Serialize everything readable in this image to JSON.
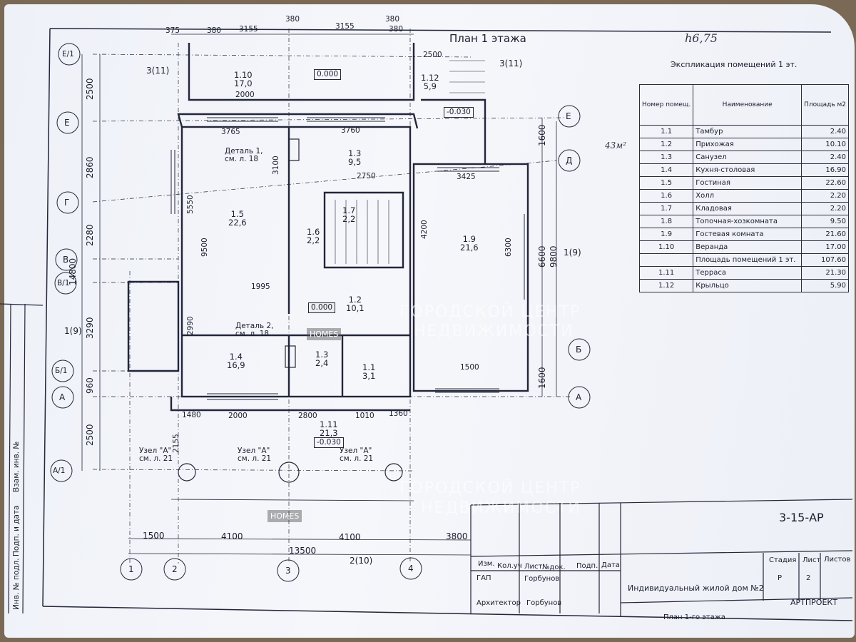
{
  "sheet": {
    "plan_title": "План 1 этажа",
    "drawing_code": "3-15-АР",
    "project_name": "Индивидуальный жилой дом №2",
    "sheet_name": "План 1-го этажа",
    "stage": "Р",
    "sheet_no": "2",
    "company": "АРТПРОЕКТ",
    "stamp_headers": {
      "izm": "Изм.",
      "kol": "Кол.уч",
      "list": "Лист",
      "ndok": "№док.",
      "podp": "Подп.",
      "data": "Дата",
      "stadia": "Стадия",
      "list2": "Лист",
      "listov": "Листов"
    },
    "roles": [
      {
        "role": "ГАП",
        "name": "Горбунов"
      },
      {
        "role": "Архитектор",
        "name": "Горбунов"
      }
    ],
    "left_margin": [
      "Взам. инв. №",
      "Подп. и дата",
      "Инв. № подл."
    ]
  },
  "explication": {
    "title": "Экспликация помещений 1 эт.",
    "headers": {
      "num": "Номер помещ.",
      "name": "Наименование",
      "area": "Площадь м2"
    },
    "rows": [
      {
        "num": "1.1",
        "name": "Тамбур",
        "area": "2.40"
      },
      {
        "num": "1.2",
        "name": "Прихожая",
        "area": "10.10"
      },
      {
        "num": "1.3",
        "name": "Санузел",
        "area": "2.40"
      },
      {
        "num": "1.4",
        "name": "Кухня-столовая",
        "area": "16.90"
      },
      {
        "num": "1.5",
        "name": "Гостиная",
        "area": "22.60"
      },
      {
        "num": "1.6",
        "name": "Холл",
        "area": "2.20"
      },
      {
        "num": "1.7",
        "name": "Кладовая",
        "area": "2.20"
      },
      {
        "num": "1.8",
        "name": "Топочная-хозкомната",
        "area": "9.50"
      },
      {
        "num": "1.9",
        "name": "Гостевая комната",
        "area": "21.60"
      },
      {
        "num": "1.10",
        "name": "Веранда",
        "area": "17.00"
      },
      {
        "num": "",
        "name": "Площадь помещений 1 эт.",
        "area": "107.60"
      },
      {
        "num": "1.11",
        "name": "Терраса",
        "area": "21.30"
      },
      {
        "num": "1.12",
        "name": "Крыльцо",
        "area": "5.90"
      }
    ]
  },
  "rooms": [
    {
      "id": "1.10",
      "area": "17,0"
    },
    {
      "id": "1.12",
      "area": "5,9"
    },
    {
      "id": "1.3",
      "area": "9,5"
    },
    {
      "id": "1.5",
      "area": "22,6"
    },
    {
      "id": "1.7",
      "area": "2,2"
    },
    {
      "id": "1.6",
      "area": "2,2"
    },
    {
      "id": "1.9",
      "area": "21,6"
    },
    {
      "id": "1.2",
      "area": "10,1"
    },
    {
      "id": "1.4",
      "area": "16,9"
    },
    {
      "id": "1.3",
      "area": "2,4"
    },
    {
      "id": "1.1",
      "area": "3,1"
    },
    {
      "id": "1.11",
      "area": "21,3"
    }
  ],
  "levels": {
    "veranda": "0.000",
    "porch": "-0.030",
    "hall": "0.000",
    "terrace": "-0.030"
  },
  "details": {
    "d1": "Деталь 1,",
    "d1ref": "см. л. 18",
    "d2": "Деталь 2,",
    "d2ref": "см. л. 18",
    "uzel": "Узел \"А\"",
    "uzelref": "см. л. 21"
  },
  "axes_letters": [
    "Е/1",
    "Е",
    "Д",
    "Г",
    "В",
    "В/1",
    "Б/1",
    "А",
    "А/1",
    "Б"
  ],
  "axes_numbers": [
    "1",
    "2",
    "3",
    "4"
  ],
  "dimensions": {
    "bottom_spans": [
      "1500",
      "4100",
      "4100",
      "3800"
    ],
    "bottom_total": "13500",
    "left_chain": [
      "2500",
      "2860",
      "2280",
      "3290",
      "960",
      "2500"
    ],
    "left_total": "14800",
    "right_chain": [
      "1600",
      "6600",
      "1600"
    ],
    "right_total": "9800",
    "top": [
      "375",
      "380",
      "3155",
      "380",
      "3155",
      "380",
      "380",
      "2500"
    ],
    "inner": [
      "3765",
      "3760",
      "3425",
      "2750",
      "2000",
      "5550",
      "9500",
      "4200",
      "6300",
      "2990",
      "1995",
      "3100",
      "1500",
      "2800",
      "2000",
      "1010",
      "1360",
      "1480",
      "2155"
    ]
  },
  "section_marks": [
    "3",
    "(11)",
    "1",
    "(9)",
    "2",
    "(10)"
  ],
  "watermark": {
    "line1": "ГОРОДСКОЙ ЦЕНТР",
    "line2": "НЕДВИЖИМОСТИ",
    "badge": "HOMES"
  },
  "handwriting": {
    "top": "h6,75",
    "side": "43м²"
  }
}
